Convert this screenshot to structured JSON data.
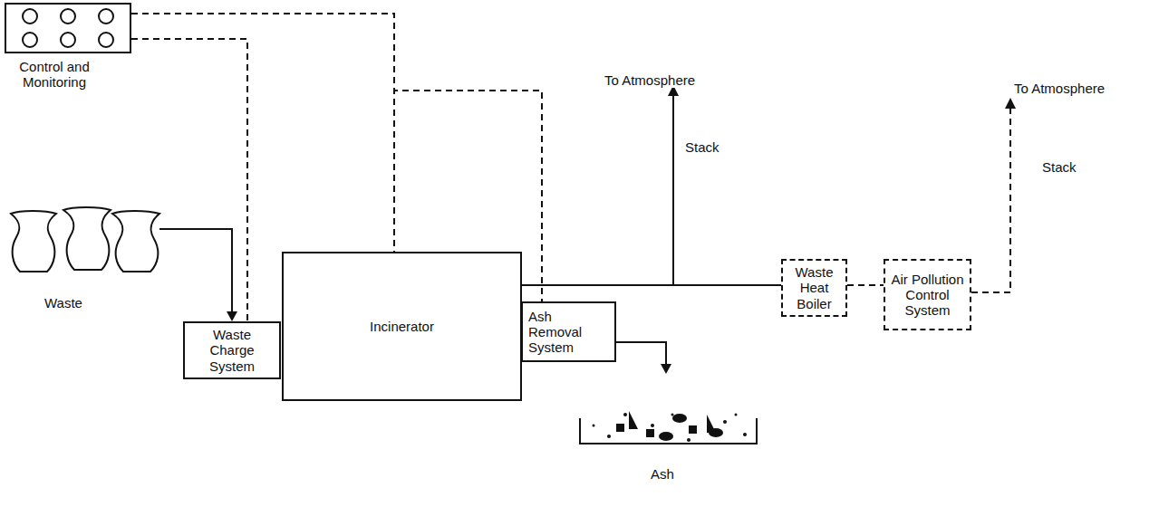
{
  "diagram": {
    "nodes": [
      {
        "text": [
          "Control and Monitoring"
        ]
      },
      {
        "text": [
          "Waste Charge System"
        ]
      },
      {
        "text": [
          "Incinerator"
        ]
      },
      {
        "text": [
          "Ash Removal System"
        ]
      },
      {
        "text": [
          "Waste Heat Boiler"
        ]
      },
      {
        "text": [
          "Air Pollution Control System"
        ]
      }
    ],
    "edges": [
      {
        "from": 0,
        "to": 1,
        "arrow": "none"
      },
      {
        "from": 0,
        "to": 2,
        "arrow": "none"
      },
      {
        "from": 0,
        "to": 3,
        "arrow": "none"
      },
      {
        "from": 2,
        "to": 4,
        "arrow": "none"
      },
      {
        "from": 4,
        "to": 5,
        "arrow": "none"
      }
    ],
    "labels": [
      "To Atmosphere",
      "Stack",
      "To Atmosphere",
      "Stack",
      "Waste",
      "Ash"
    ]
  }
}
